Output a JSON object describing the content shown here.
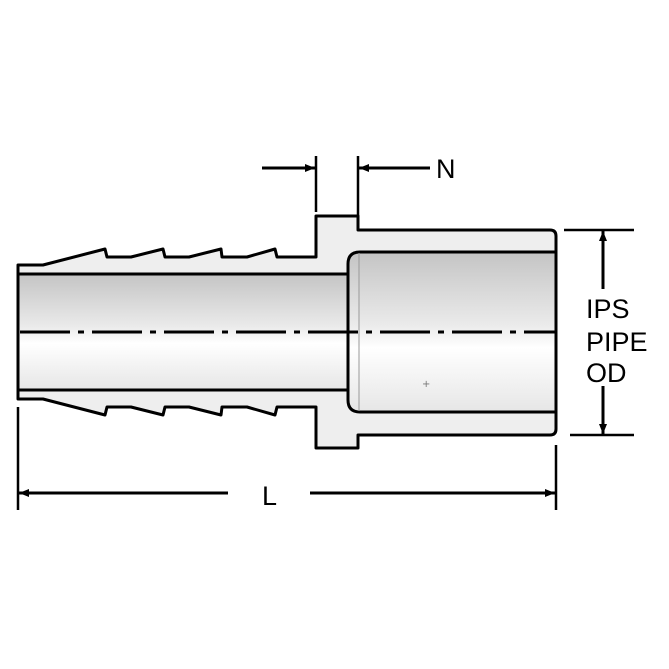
{
  "diagram": {
    "labels": {
      "n": "N",
      "l": "L",
      "ips_line1": "IPS",
      "ips_line2": "PIPE",
      "ips_line3": "OD"
    },
    "colors": {
      "outline": "#000000",
      "body_fill": "#eeeeee",
      "bore_dark": "#b8b8b8",
      "bore_light": "#ffffff"
    }
  }
}
